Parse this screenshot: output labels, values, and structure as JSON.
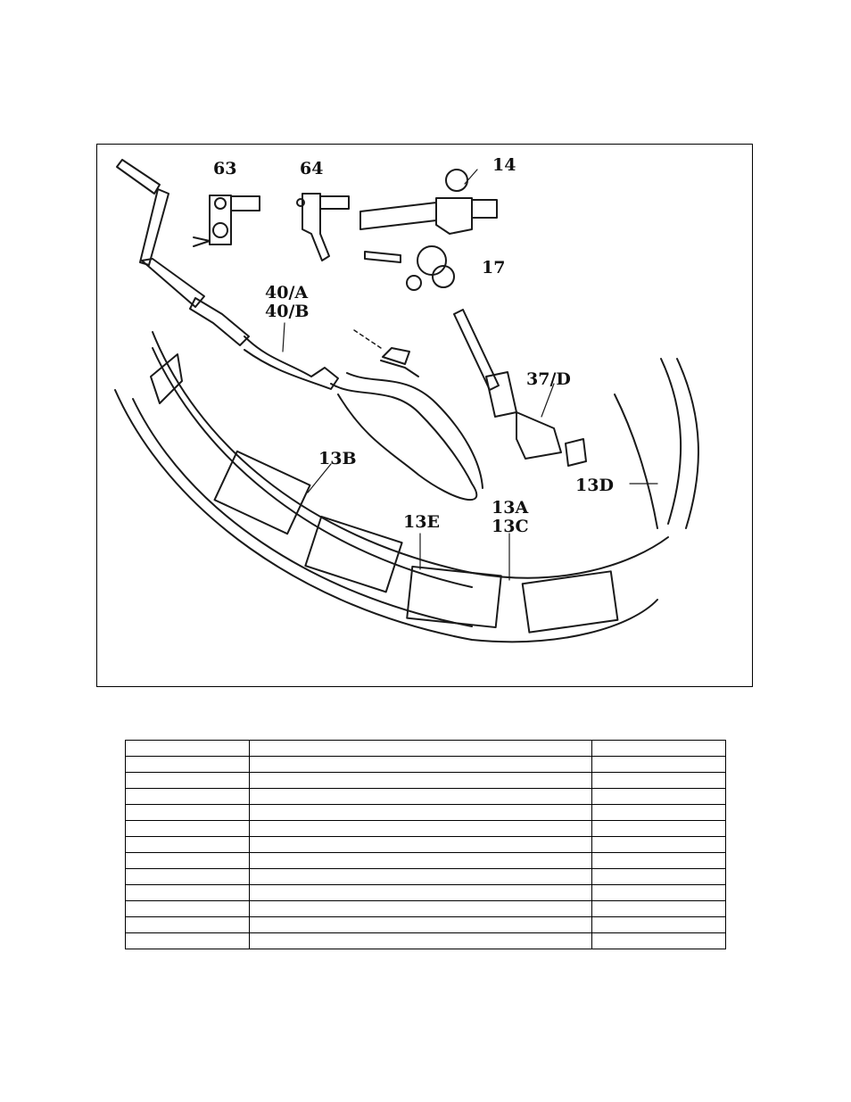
{
  "figure": {
    "callouts": {
      "c63": "63",
      "c64": "64",
      "c14": "14",
      "c17": "17",
      "c40a": "40/A",
      "c40b": "40/B",
      "c37d": "37/D",
      "c13b": "13B",
      "c13d": "13D",
      "c13e": "13E",
      "c13a": "13A",
      "c13c": "13C"
    }
  },
  "table": {
    "rows": [
      [
        "",
        "",
        ""
      ],
      [
        "",
        "",
        ""
      ],
      [
        "",
        "",
        ""
      ],
      [
        "",
        "",
        ""
      ],
      [
        "",
        "",
        ""
      ],
      [
        "",
        "",
        ""
      ],
      [
        "",
        "",
        ""
      ],
      [
        "",
        "",
        ""
      ],
      [
        "",
        "",
        ""
      ],
      [
        "",
        "",
        ""
      ],
      [
        "",
        "",
        ""
      ],
      [
        "",
        "",
        ""
      ],
      [
        "",
        "",
        ""
      ]
    ]
  }
}
